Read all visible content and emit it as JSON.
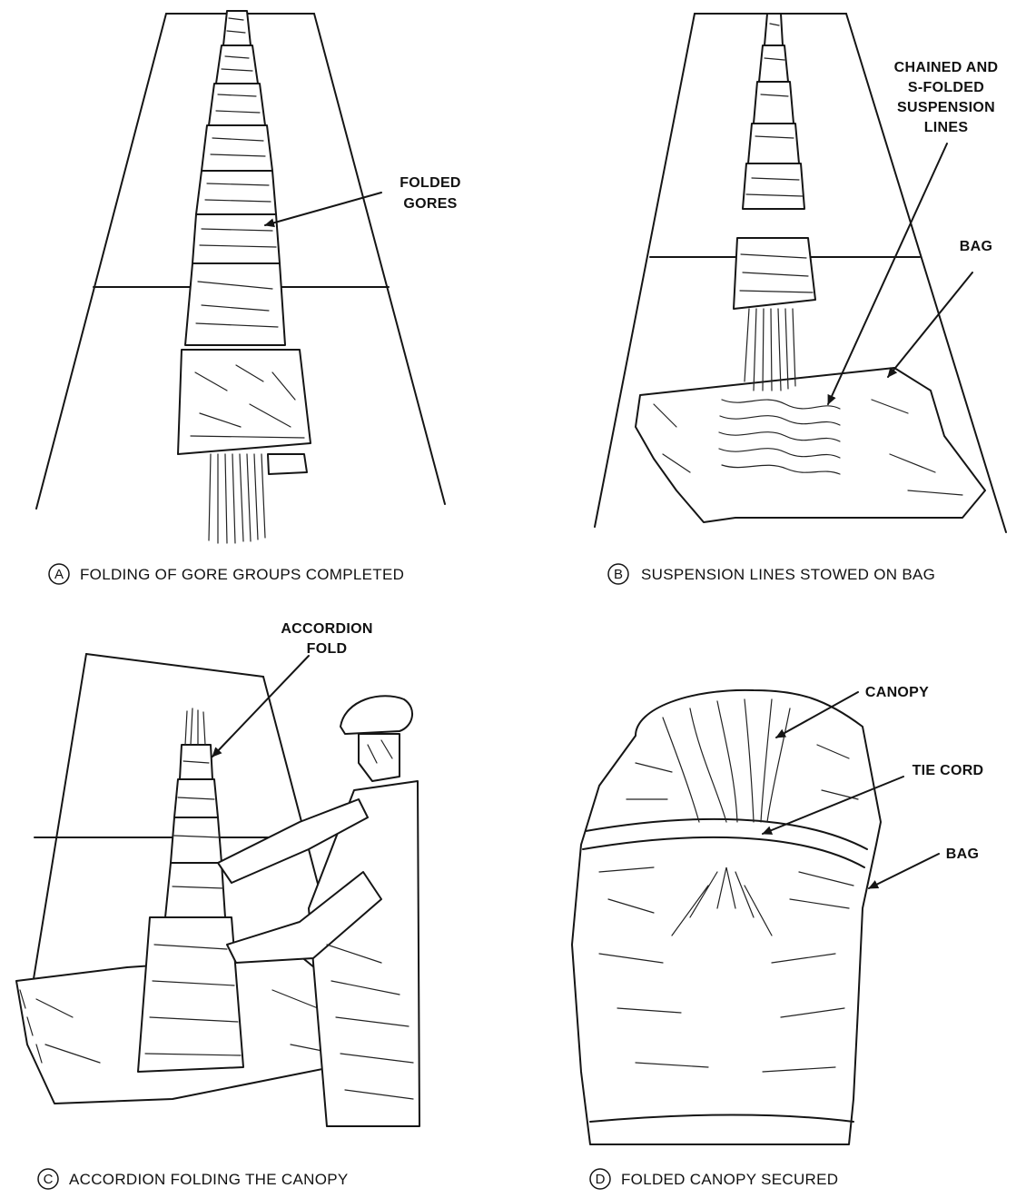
{
  "panels": [
    {
      "letter": "A",
      "caption": "FOLDING OF GORE GROUPS COMPLETED",
      "callouts": [
        "FOLDED",
        "GORES"
      ]
    },
    {
      "letter": "B",
      "caption": "SUSPENSION LINES STOWED ON BAG",
      "callouts": [
        "CHAINED AND",
        "S-FOLDED",
        "SUSPENSION",
        "LINES"
      ],
      "callouts2": [
        "BAG"
      ]
    },
    {
      "letter": "C",
      "caption": "ACCORDION FOLDING THE CANOPY",
      "callouts": [
        "ACCORDION",
        "FOLD"
      ]
    },
    {
      "letter": "D",
      "caption": "FOLDED CANOPY SECURED",
      "callouts": [
        "CANOPY"
      ],
      "callouts2": [
        "TIE CORD"
      ],
      "callouts3": [
        "BAG"
      ]
    }
  ]
}
